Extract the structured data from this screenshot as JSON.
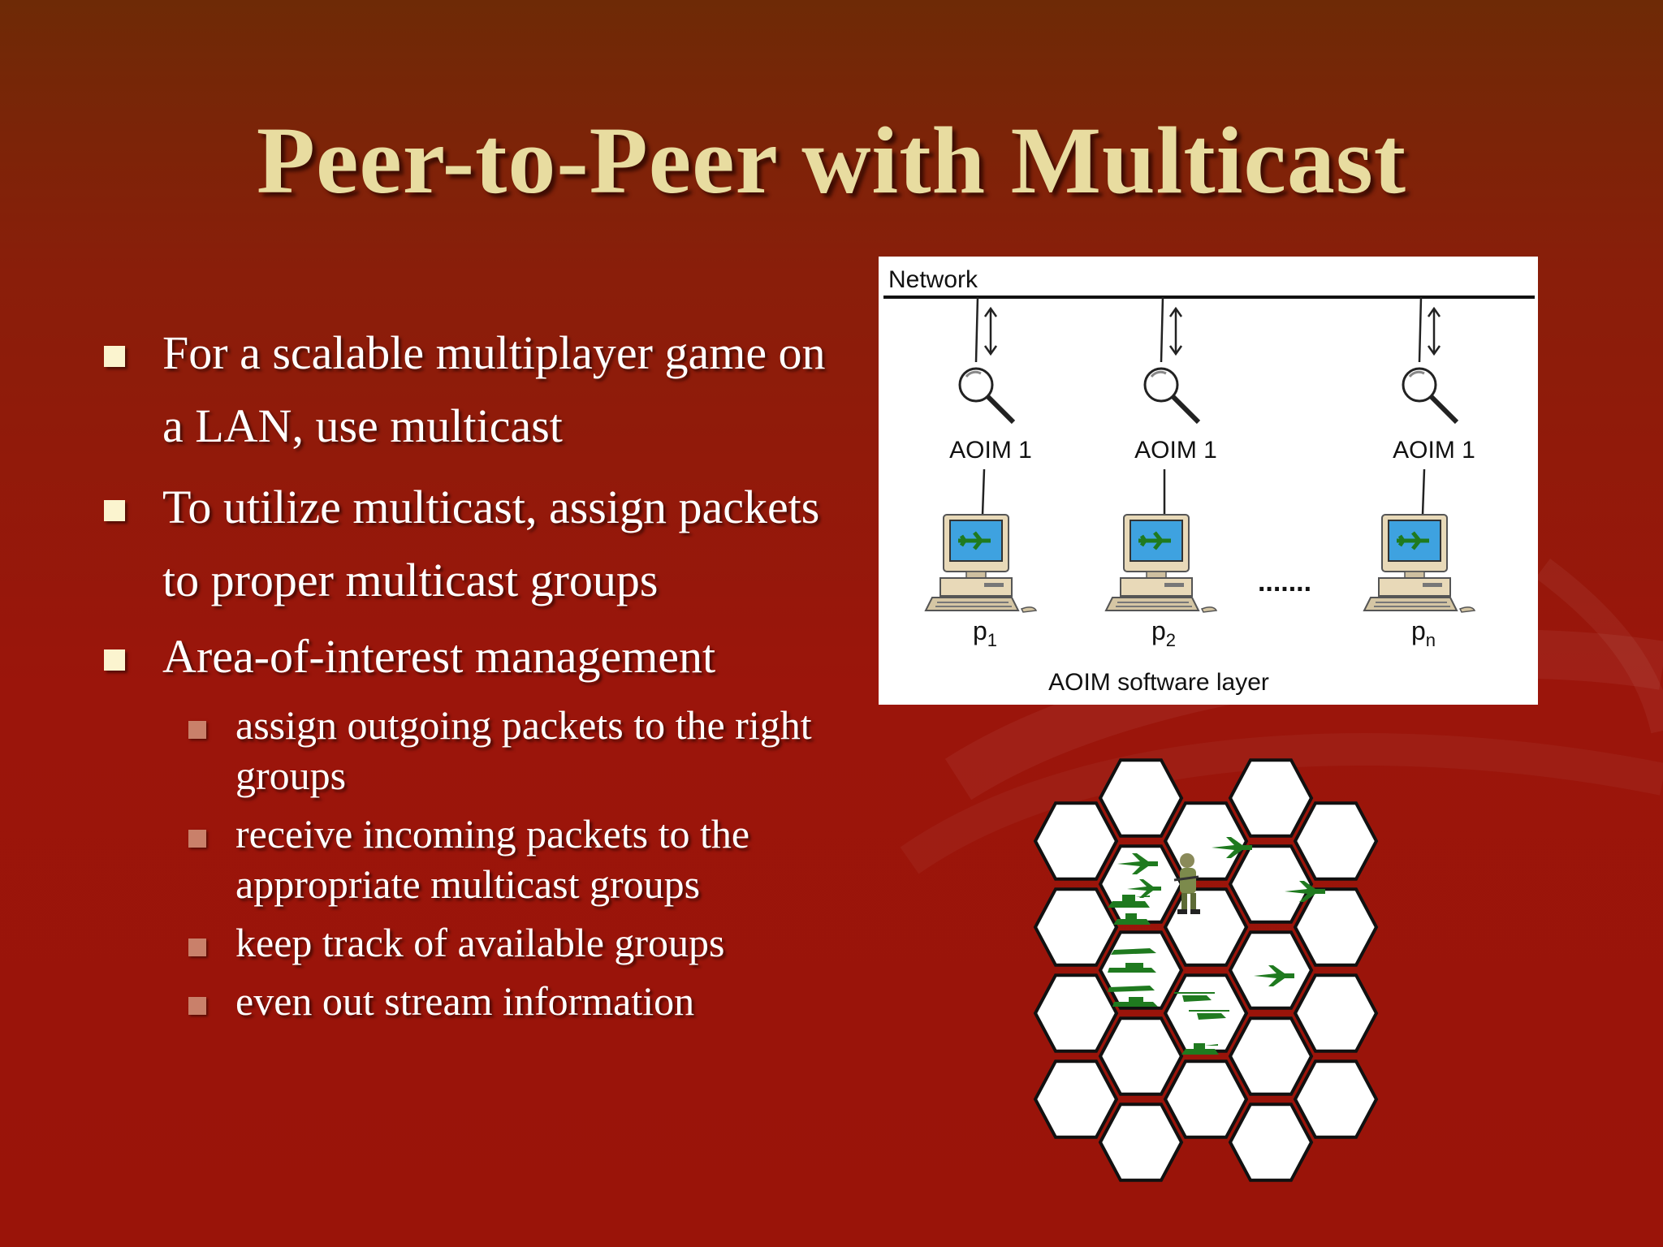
{
  "slide": {
    "title": "Peer-to-Peer with Multicast",
    "bullets": [
      {
        "text": "For a scalable multiplayer game on a LAN, use multicast"
      },
      {
        "text": "To utilize multicast, assign packets to proper multicast groups"
      },
      {
        "text": "Area-of-interest management"
      }
    ],
    "sub_bullets": [
      {
        "text": "assign outgoing packets to the right groups"
      },
      {
        "text": "receive incoming packets to the appropriate multicast groups"
      },
      {
        "text": "keep track of available groups"
      },
      {
        "text": "even out stream information"
      }
    ]
  },
  "network_diagram": {
    "network_label": "Network",
    "nodes": [
      {
        "aoim_label": "AOIM 1",
        "peer": "p",
        "peer_sub": "1"
      },
      {
        "aoim_label": "AOIM 1",
        "peer": "p",
        "peer_sub": "2"
      },
      {
        "aoim_label": "AOIM 1",
        "peer": "p",
        "peer_sub": "n"
      }
    ],
    "ellipsis": ".......",
    "layer_label": "AOIM software layer"
  },
  "colors": {
    "title": "#e8dca0",
    "bullet_marker": "#fbf4cf",
    "sub_marker": "#c9806a",
    "unit_green": "#1f7a1f"
  }
}
